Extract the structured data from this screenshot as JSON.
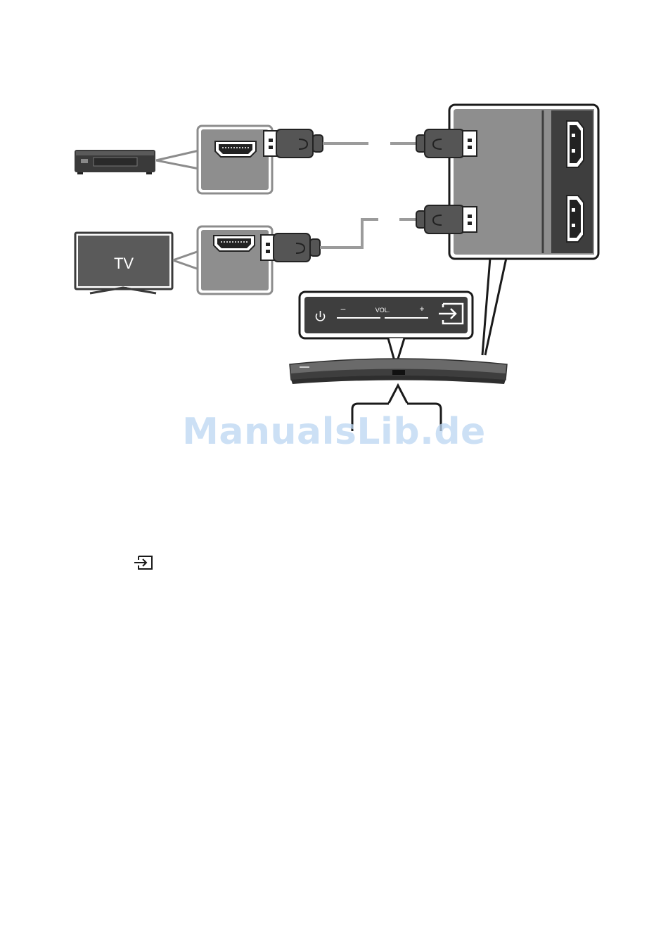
{
  "tv_label": "TV",
  "panel": {
    "minus_label": "–",
    "vol_label": "VOL.",
    "plus_label": "+"
  },
  "watermark": "ManualsLib.de",
  "icons": {
    "power": "power-icon",
    "source": "source-icon",
    "inline_source": "source-icon"
  },
  "colors": {
    "port_panel": "#8e8e8e",
    "panel_dark": "#3e3e3e",
    "cable": "#9b9b9b",
    "connector": "#555555",
    "soundbar": "#5a5a5a",
    "watermark": "#bcd6f2"
  }
}
